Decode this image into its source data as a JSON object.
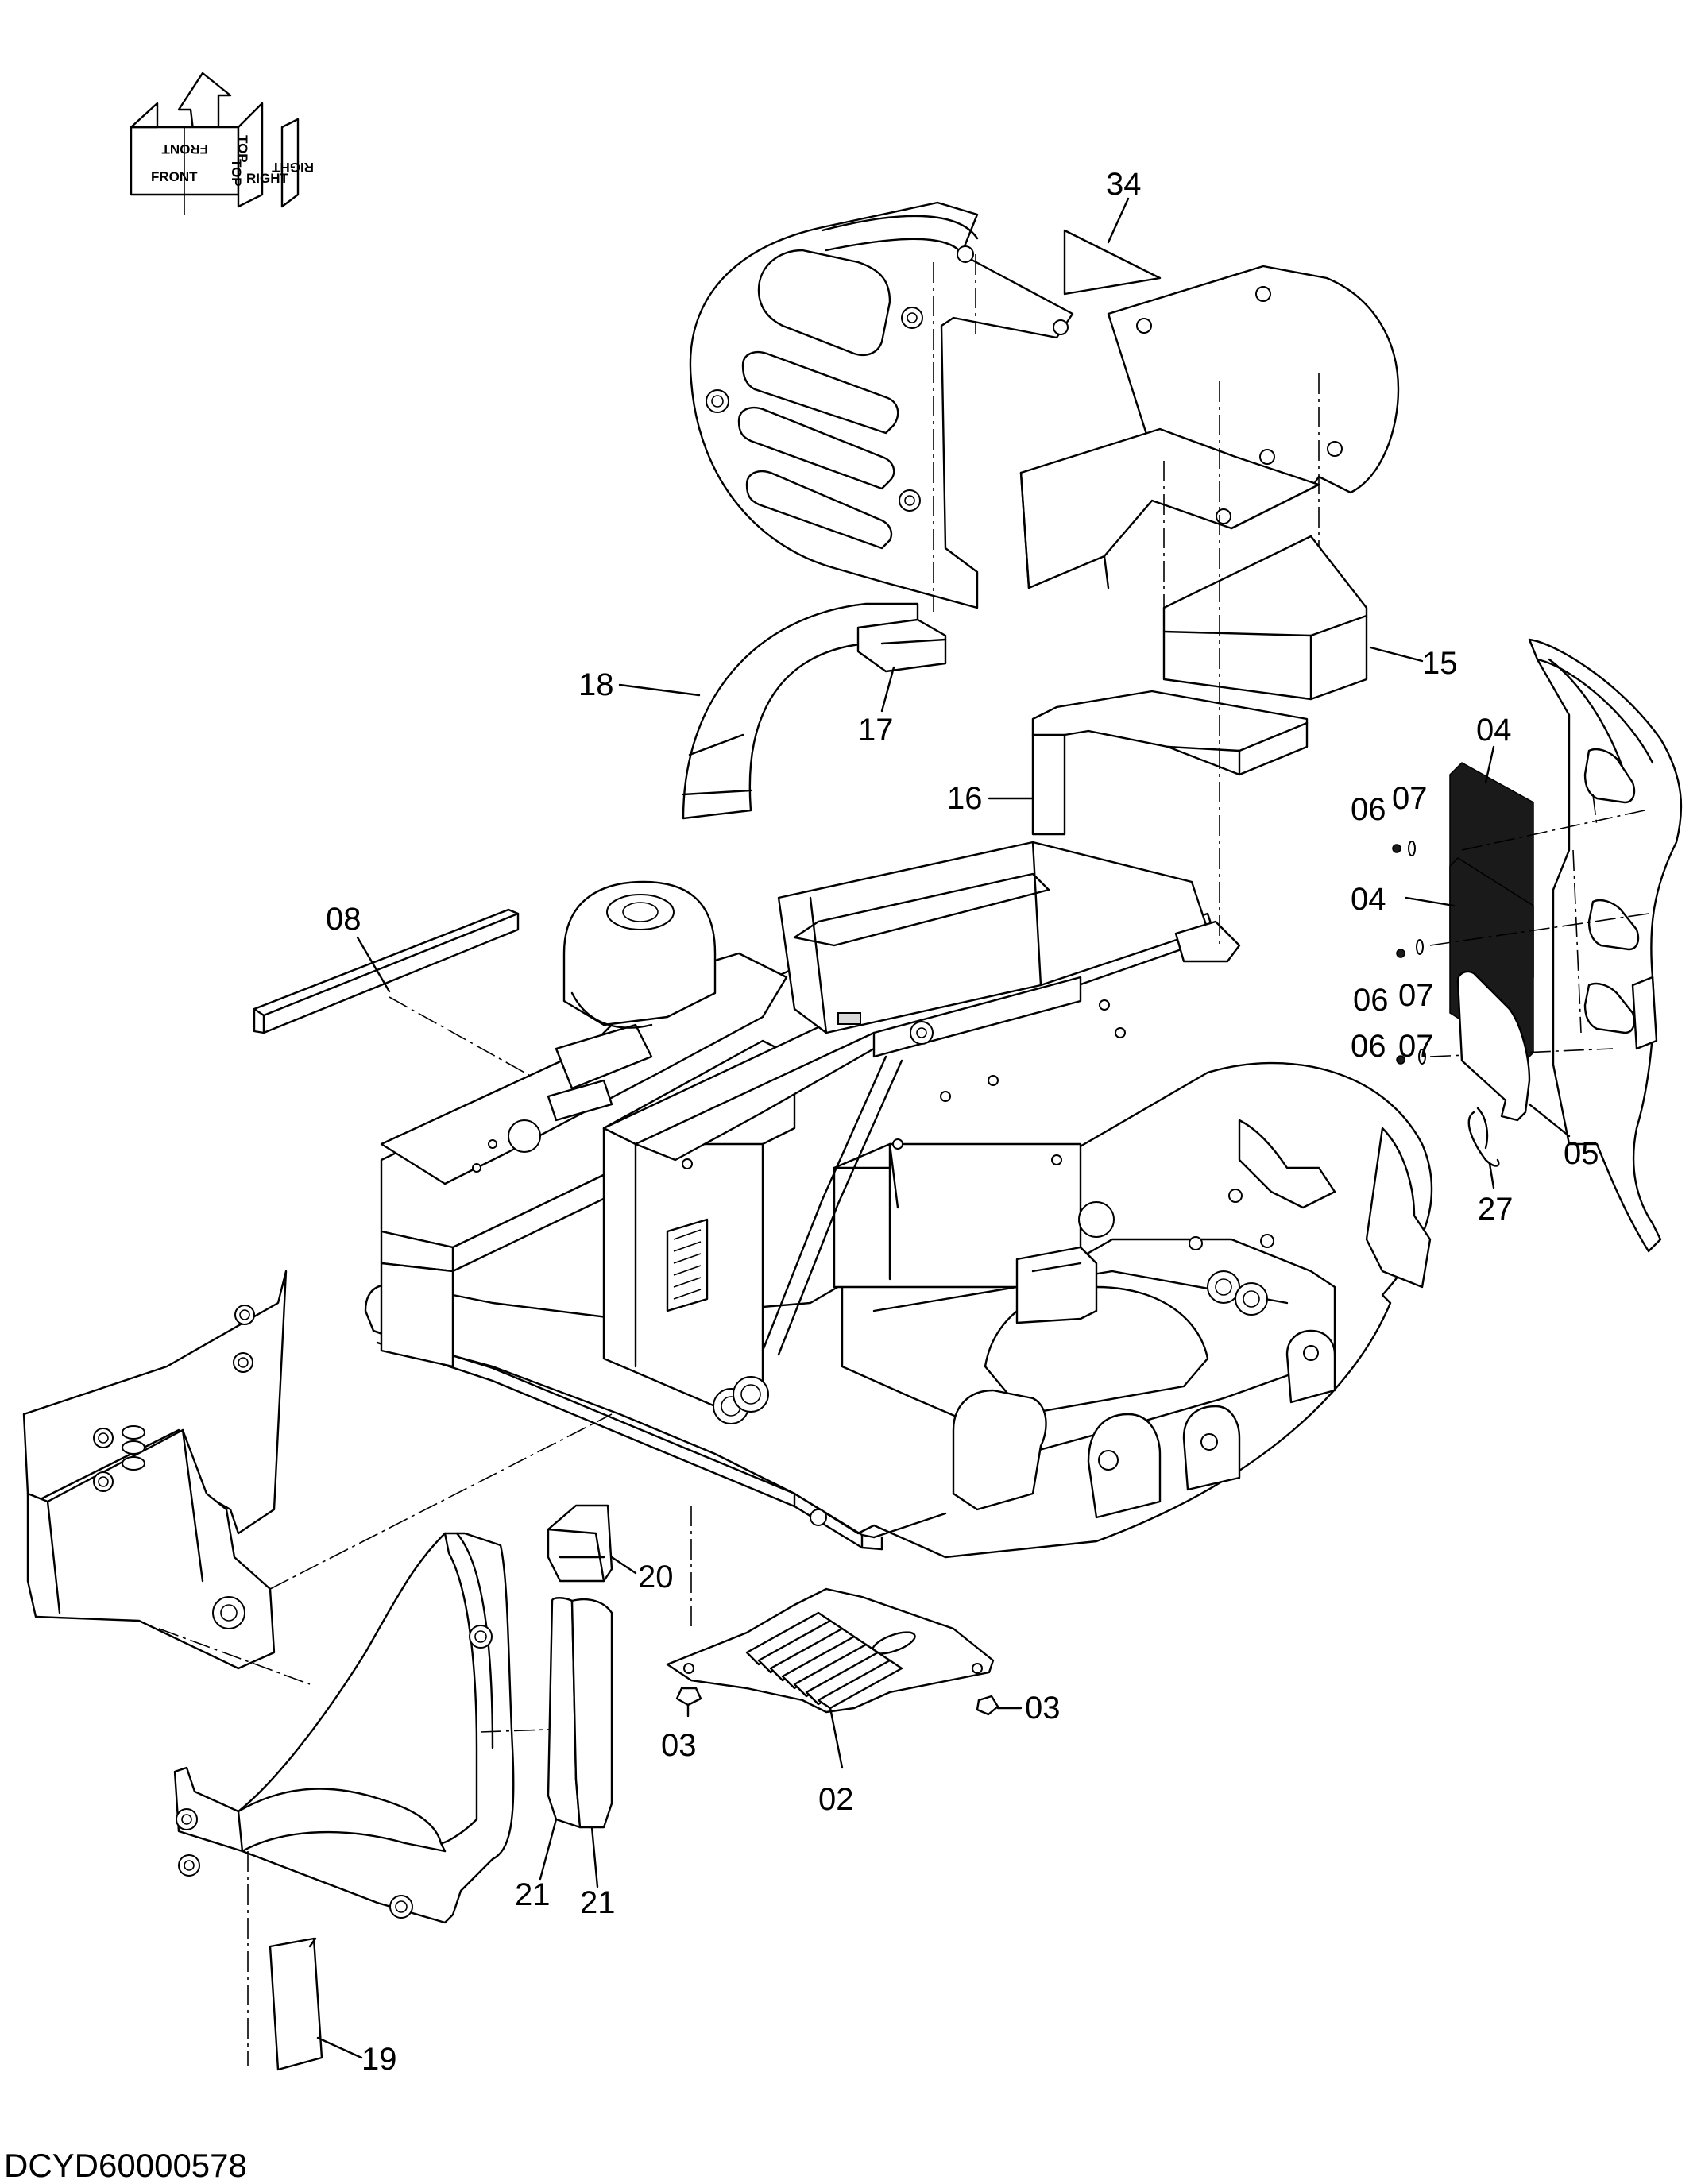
{
  "orientation": {
    "labels": [
      "FRONT",
      "TOP",
      "RIGHT",
      "FRONT",
      "TOP",
      "RIGHT"
    ]
  },
  "callouts": [
    "34",
    "15",
    "16",
    "17",
    "18",
    "08",
    "04",
    "04",
    "06",
    "07",
    "06",
    "07",
    "06",
    "07",
    "05",
    "27",
    "20",
    "21",
    "21",
    "19",
    "02",
    "03",
    "03"
  ],
  "footer": {
    "drawing_code": "DCYD60000578"
  }
}
